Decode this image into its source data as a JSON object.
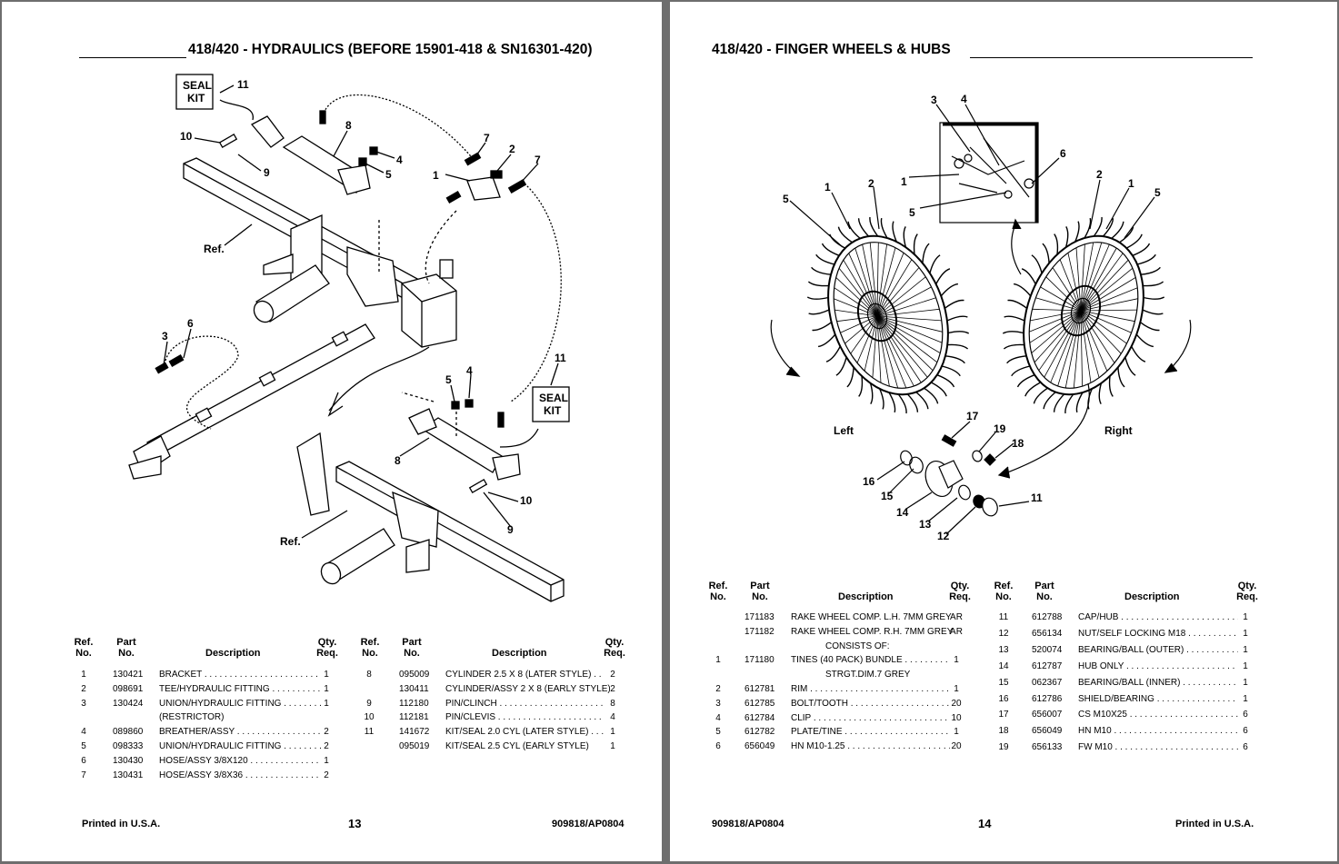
{
  "left": {
    "title": "418/420 - HYDRAULICS (BEFORE 15901-418 & SN16301-420)",
    "callouts": {
      "seal_kit_line1": "SEAL",
      "seal_kit_line2": "KIT",
      "ref": "Ref.",
      "n1": "1",
      "n2": "2",
      "n3": "3",
      "n4": "4",
      "n5": "5",
      "n6": "6",
      "n7": "7",
      "n8": "8",
      "n9": "9",
      "n10": "10",
      "n11": "11"
    },
    "headers": {
      "ref_line1": "Ref.",
      "ref_line2": "No.",
      "part_line1": "Part",
      "part_line2": "No.",
      "desc": "Description",
      "qty_line1": "Qty.",
      "qty_line2": "Req."
    },
    "table_a": [
      {
        "ref": "1",
        "part": "130421",
        "desc": "BRACKET",
        "qty": "1"
      },
      {
        "ref": "2",
        "part": "098691",
        "desc": "TEE/HYDRAULIC FITTING",
        "qty": "1"
      },
      {
        "ref": "3",
        "part": "130424",
        "desc": "UNION/HYDRAULIC FITTING",
        "qty": "1"
      },
      {
        "ref": "",
        "part": "",
        "desc": "(RESTRICTOR)",
        "qty": ""
      },
      {
        "ref": "4",
        "part": "089860",
        "desc": "BREATHER/ASSY",
        "qty": "2"
      },
      {
        "ref": "5",
        "part": "098333",
        "desc": "UNION/HYDRAULIC FITTING",
        "qty": "2"
      },
      {
        "ref": "6",
        "part": "130430",
        "desc": "HOSE/ASSY 3/8X120",
        "qty": "1"
      },
      {
        "ref": "7",
        "part": "130431",
        "desc": "HOSE/ASSY 3/8X36",
        "qty": "2"
      }
    ],
    "table_b": [
      {
        "ref": "8",
        "part": "095009",
        "desc": "CYLINDER 2.5 X 8 (LATER STYLE)",
        "qty": "2"
      },
      {
        "ref": "",
        "part": "130411",
        "desc": "CYLINDER/ASSY 2 X 8 (EARLY STYLE)",
        "qty": "2"
      },
      {
        "ref": "9",
        "part": "112180",
        "desc": "PIN/CLINCH",
        "qty": "8"
      },
      {
        "ref": "10",
        "part": "112181",
        "desc": "PIN/CLEVIS",
        "qty": "4"
      },
      {
        "ref": "11",
        "part": "141672",
        "desc": "KIT/SEAL 2.0 CYL (LATER STYLE)",
        "qty": "1"
      },
      {
        "ref": "",
        "part": "095019",
        "desc": "KIT/SEAL 2.5 CYL (EARLY STYLE)",
        "qty": "1"
      }
    ],
    "footer_left": "Printed in U.S.A.",
    "page_number": "13",
    "footer_right": "909818/AP0804"
  },
  "right": {
    "title": "418/420 - FINGER WHEELS & HUBS",
    "callouts": {
      "left": "Left",
      "right": "Right",
      "n1": "1",
      "n2": "2",
      "n3": "3",
      "n4": "4",
      "n5": "5",
      "n6": "6",
      "n11": "11",
      "n12": "12",
      "n13": "13",
      "n14": "14",
      "n15": "15",
      "n16": "16",
      "n17": "17",
      "n18": "18",
      "n19": "19"
    },
    "headers": {
      "ref_line1": "Ref.",
      "ref_line2": "No.",
      "part_line1": "Part",
      "part_line2": "No.",
      "desc": "Description",
      "qty_line1": "Qty.",
      "qty_line2": "Req."
    },
    "table_a": [
      {
        "ref": "",
        "part": "171183",
        "desc": "RAKE WHEEL COMP. L.H. 7MM GREY",
        "qty": "AR",
        "plain": true
      },
      {
        "ref": "",
        "part": "171182",
        "desc": "RAKE WHEEL COMP. R.H. 7MM GREY",
        "qty": "AR",
        "plain": true
      },
      {
        "ref": "",
        "part": "",
        "desc": "CONSISTS OF:",
        "qty": "",
        "plain": true,
        "indent": true
      },
      {
        "ref": "1",
        "part": "171180",
        "desc": "TINES (40 PACK) BUNDLE",
        "qty": "1"
      },
      {
        "ref": "",
        "part": "",
        "desc": "STRGT.DIM.7 GREY",
        "qty": "",
        "plain": true,
        "indent": true
      },
      {
        "ref": "2",
        "part": "612781",
        "desc": "RIM",
        "qty": "1"
      },
      {
        "ref": "3",
        "part": "612785",
        "desc": "BOLT/TOOTH",
        "qty": "20"
      },
      {
        "ref": "4",
        "part": "612784",
        "desc": "CLIP",
        "qty": "10"
      },
      {
        "ref": "5",
        "part": "612782",
        "desc": "PLATE/TINE",
        "qty": "1"
      },
      {
        "ref": "6",
        "part": "656049",
        "desc": "HN M10-1.25",
        "qty": "20"
      }
    ],
    "table_b": [
      {
        "ref": "11",
        "part": "612788",
        "desc": "CAP/HUB",
        "qty": "1"
      },
      {
        "ref": "12",
        "part": "656134",
        "desc": "NUT/SELF LOCKING M18",
        "qty": "1"
      },
      {
        "ref": "13",
        "part": "520074",
        "desc": "BEARING/BALL (OUTER)",
        "qty": "1"
      },
      {
        "ref": "14",
        "part": "612787",
        "desc": "HUB ONLY",
        "qty": "1"
      },
      {
        "ref": "15",
        "part": "062367",
        "desc": "BEARING/BALL  (INNER)",
        "qty": "1"
      },
      {
        "ref": "16",
        "part": "612786",
        "desc": "SHIELD/BEARING",
        "qty": "1"
      },
      {
        "ref": "17",
        "part": "656007",
        "desc": "CS M10X25",
        "qty": "6"
      },
      {
        "ref": "18",
        "part": "656049",
        "desc": "HN M10",
        "qty": "6"
      },
      {
        "ref": "19",
        "part": "656133",
        "desc": "FW M10",
        "qty": "6"
      }
    ],
    "footer_left": "909818/AP0804",
    "page_number": "14",
    "footer_right": "Printed in U.S.A."
  }
}
